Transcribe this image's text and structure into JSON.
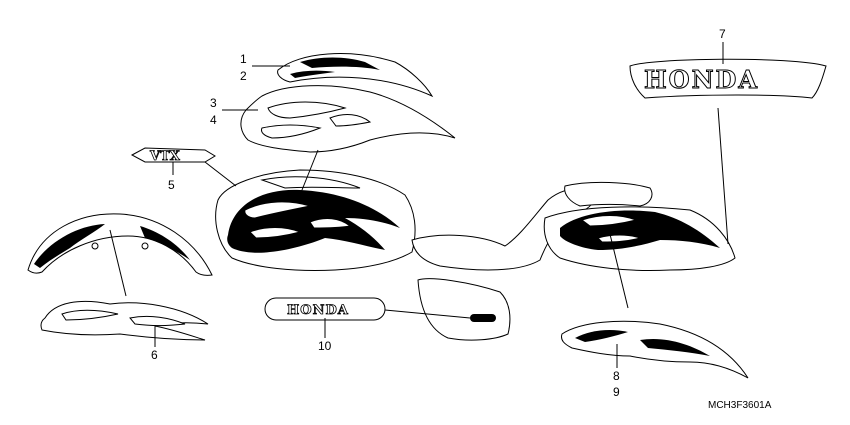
{
  "callouts": {
    "c1": "1",
    "c2": "2",
    "c3": "3",
    "c4": "4",
    "c5": "5",
    "c6": "6",
    "c7": "7",
    "c8": "8",
    "c9": "9",
    "c10": "10"
  },
  "emblems": {
    "large": "HONDA",
    "side": "HONDA",
    "vtx": "VTX"
  },
  "part_code": "MCH3F3601A",
  "colors": {
    "ink": "#000000",
    "paper": "#ffffff"
  }
}
